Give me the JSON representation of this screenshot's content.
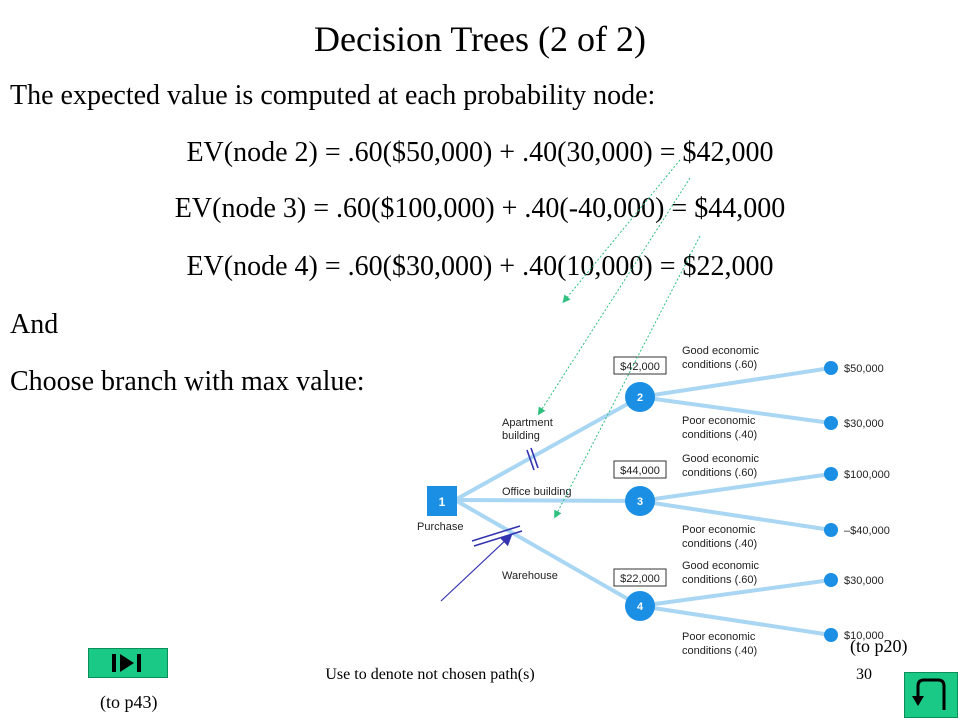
{
  "slide": {
    "title": "Decision Trees (2 of 2)",
    "intro": "The expected value is computed at each probability node:",
    "equations": [
      "EV(node 2) = .60($50,000) + .40(30,000) = $42,000",
      "EV(node 3) = .60($100,000) + .40(-40,000) = $44,000",
      "EV(node 4) = .60($30,000) + .40(10,000) = $22,000"
    ],
    "and_text": "And",
    "choose_text": "Choose branch with max value:"
  },
  "tree": {
    "decision_node": "1",
    "decision_label": "Purchase",
    "branches": [
      {
        "label_line1": "Apartment",
        "label_line2": "building",
        "ev": "$42,000",
        "node": "2",
        "good_line1": "Good economic",
        "good_line2": "conditions (.60)",
        "good_payoff": "$50,000",
        "poor_line1": "Poor economic",
        "poor_line2": "conditions (.40)",
        "poor_payoff": "$30,000"
      },
      {
        "label_line1": "Office building",
        "label_line2": "",
        "ev": "$44,000",
        "node": "3",
        "good_line1": "Good economic",
        "good_line2": "conditions (.60)",
        "good_payoff": "$100,000",
        "poor_line1": "Poor economic",
        "poor_line2": "conditions (.40)",
        "poor_payoff": "–$40,000"
      },
      {
        "label_line1": "Warehouse",
        "label_line2": "",
        "ev": "$22,000",
        "node": "4",
        "good_line1": "Good economic",
        "good_line2": "conditions (.60)",
        "good_payoff": "$30,000",
        "poor_line1": "Poor economic",
        "poor_line2": "conditions (.40)",
        "poor_payoff": "$10,000"
      }
    ]
  },
  "footer": {
    "caption": "Use to denote not chosen path(s)",
    "page_number": "30",
    "link_back": "(to p43)",
    "link_forward": "(to p20)"
  },
  "colors": {
    "node": "#1a8fe3",
    "branch": "#a9d6f2",
    "nav": "#19c985",
    "dotted_arrow": "#2fbf7f",
    "pointer_arrow": "#3434b0"
  }
}
